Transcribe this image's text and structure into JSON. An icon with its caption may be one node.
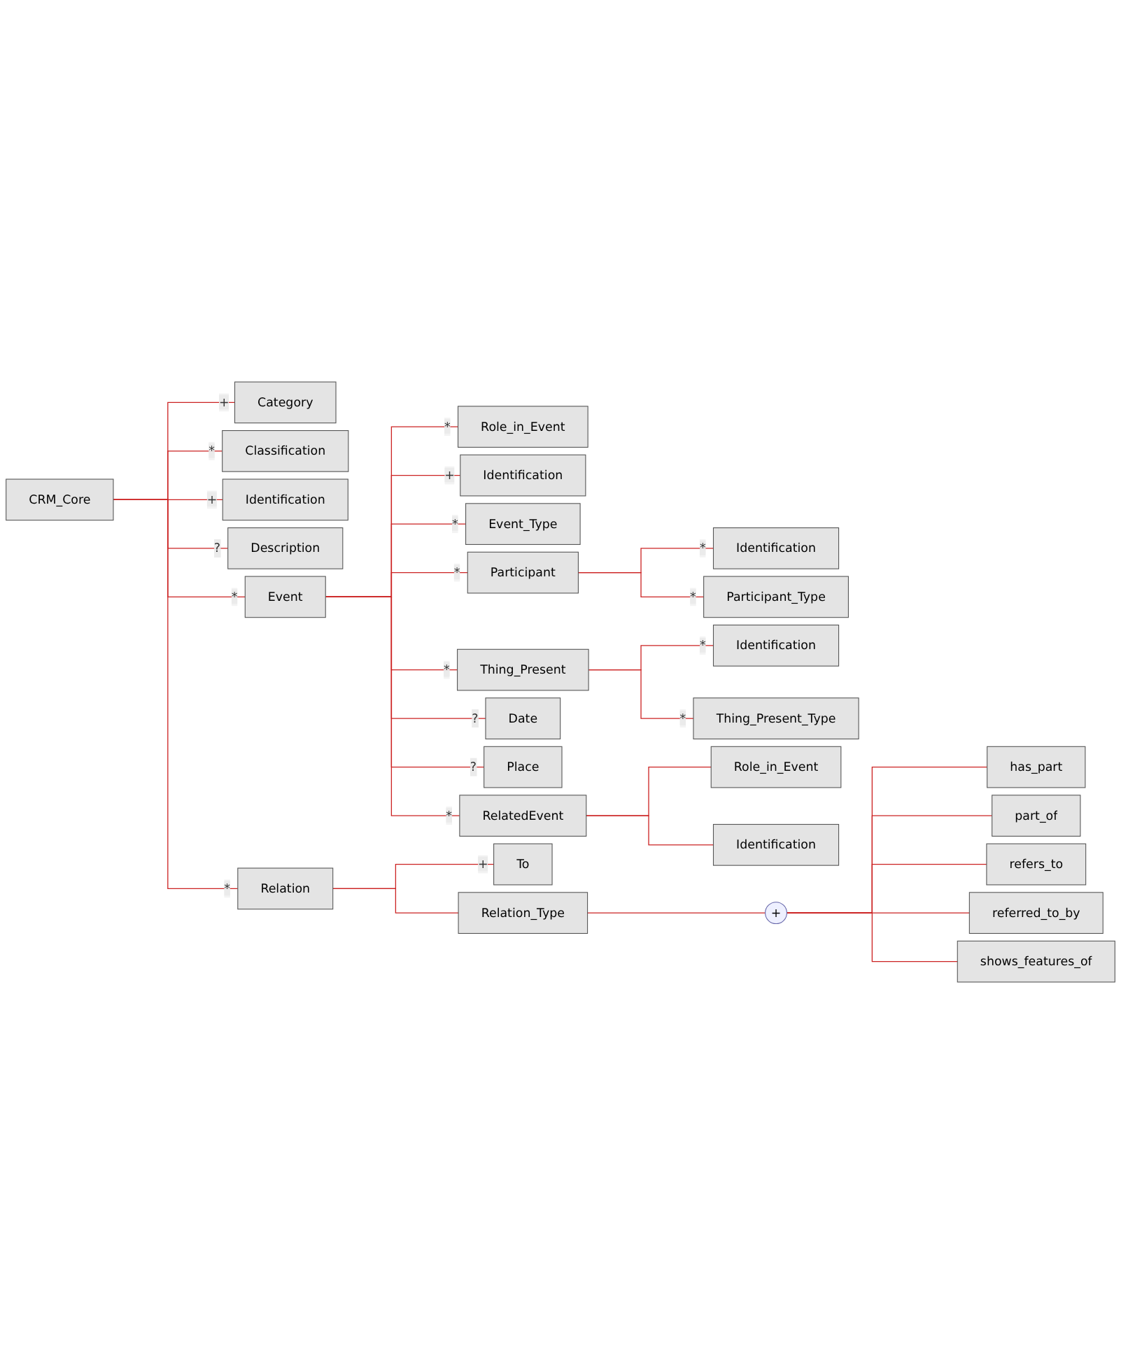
{
  "diagram": {
    "nodes": [
      {
        "text": [
          "CRM_Core"
        ]
      },
      {
        "text": [
          "Category"
        ]
      },
      {
        "text": [
          "Classification"
        ]
      },
      {
        "text": [
          "Identification"
        ]
      },
      {
        "text": [
          "Description"
        ]
      },
      {
        "text": [
          "Event"
        ]
      },
      {
        "text": [
          "Role_in_Event"
        ]
      },
      {
        "text": [
          "Identification"
        ]
      },
      {
        "text": [
          "Event_Type"
        ]
      },
      {
        "text": [
          "Participant"
        ]
      },
      {
        "text": [
          "Identification"
        ]
      },
      {
        "text": [
          "Participant_Type"
        ]
      },
      {
        "text": [
          "Thing_Present"
        ]
      },
      {
        "text": [
          "Identification"
        ]
      },
      {
        "text": [
          "Thing_Present_Type"
        ]
      },
      {
        "text": [
          "Date"
        ]
      },
      {
        "text": [
          "Place"
        ]
      },
      {
        "text": [
          "RelatedEvent"
        ]
      },
      {
        "text": [
          "Role_in_Event"
        ]
      },
      {
        "text": [
          "Identification"
        ]
      },
      {
        "text": [
          "Relation"
        ]
      },
      {
        "text": [
          "To"
        ]
      },
      {
        "text": [
          "Relation_Type"
        ]
      },
      {
        "text": [
          "+"
        ]
      },
      {
        "text": [
          "has_part"
        ]
      },
      {
        "text": [
          "part_of"
        ]
      },
      {
        "text": [
          "refers_to"
        ]
      },
      {
        "text": [
          "referred_to_by"
        ]
      },
      {
        "text": [
          "shows_features_of"
        ]
      }
    ],
    "edges": [
      {
        "from": 0,
        "to": 1,
        "arrow": "none",
        "label": "+"
      },
      {
        "from": 0,
        "to": 2,
        "arrow": "none",
        "label": "*"
      },
      {
        "from": 0,
        "to": 3,
        "arrow": "none",
        "label": "+"
      },
      {
        "from": 0,
        "to": 4,
        "arrow": "none",
        "label": "?"
      },
      {
        "from": 0,
        "to": 5,
        "arrow": "none",
        "label": "*"
      },
      {
        "from": 5,
        "to": 6,
        "arrow": "none",
        "label": "*"
      },
      {
        "from": 5,
        "to": 7,
        "arrow": "none",
        "label": "+"
      },
      {
        "from": 5,
        "to": 8,
        "arrow": "none",
        "label": "*"
      },
      {
        "from": 5,
        "to": 9,
        "arrow": "none",
        "label": "*"
      },
      {
        "from": 9,
        "to": 10,
        "arrow": "none",
        "label": "*"
      },
      {
        "from": 9,
        "to": 11,
        "arrow": "none",
        "label": "*"
      },
      {
        "from": 5,
        "to": 12,
        "arrow": "none",
        "label": "*"
      },
      {
        "from": 12,
        "to": 13,
        "arrow": "none",
        "label": "*"
      },
      {
        "from": 12,
        "to": 14,
        "arrow": "none",
        "label": "*"
      },
      {
        "from": 5,
        "to": 15,
        "arrow": "none",
        "label": "?"
      },
      {
        "from": 5,
        "to": 16,
        "arrow": "none",
        "label": "?"
      },
      {
        "from": 5,
        "to": 17,
        "arrow": "none",
        "label": "*"
      },
      {
        "from": 17,
        "to": 18,
        "arrow": "none"
      },
      {
        "from": 17,
        "to": 19,
        "arrow": "none"
      },
      {
        "from": 0,
        "to": 20,
        "arrow": "none",
        "label": "*"
      },
      {
        "from": 20,
        "to": 21,
        "arrow": "none",
        "label": "+"
      },
      {
        "from": 20,
        "to": 22,
        "arrow": "none"
      },
      {
        "from": 22,
        "to": 23,
        "arrow": "none"
      },
      {
        "from": 23,
        "to": 24,
        "arrow": "none"
      },
      {
        "from": 23,
        "to": 25,
        "arrow": "none"
      },
      {
        "from": 23,
        "to": 26,
        "arrow": "none"
      },
      {
        "from": 23,
        "to": 27,
        "arrow": "none"
      },
      {
        "from": 23,
        "to": 28,
        "arrow": "none"
      }
    ]
  }
}
